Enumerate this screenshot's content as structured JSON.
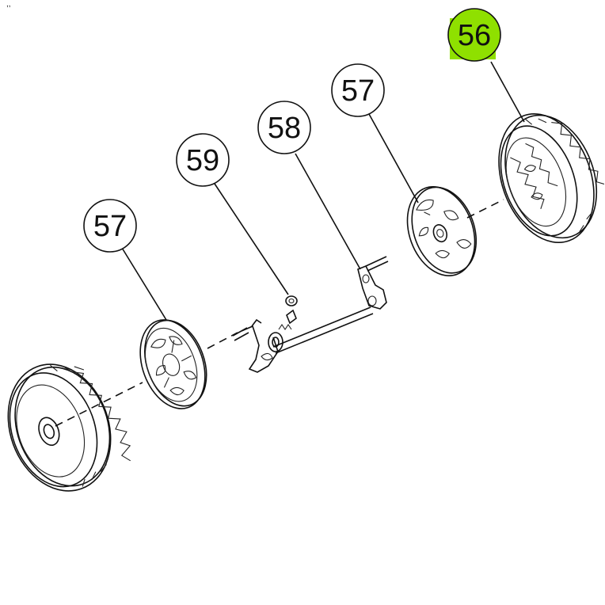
{
  "callouts": [
    {
      "id": "callout-56",
      "label": "56",
      "highlighted": true
    },
    {
      "id": "callout-57-rear",
      "label": "57",
      "highlighted": false
    },
    {
      "id": "callout-58",
      "label": "58",
      "highlighted": false
    },
    {
      "id": "callout-59",
      "label": "59",
      "highlighted": false
    },
    {
      "id": "callout-57-front",
      "label": "57",
      "highlighted": false
    }
  ],
  "colors": {
    "highlight": "#8fe000",
    "ink": "#111111",
    "background": "#ffffff"
  }
}
